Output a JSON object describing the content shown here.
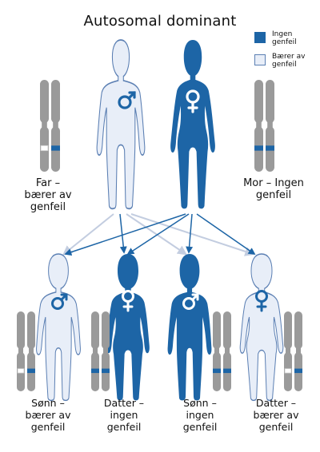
{
  "title": "Autosomal dominant",
  "colors": {
    "affected": "#1d65a6",
    "unaffected_fill": "#e8eef8",
    "outline": "#5b7fb3",
    "chromosome": "#9a9a9a",
    "arrow_light": "#c3cde0"
  },
  "legend": [
    {
      "label_1": "Ingen",
      "label_2": "genfeil",
      "swatch": "filled"
    },
    {
      "label_1": "Bærer av",
      "label_2": "genfeil",
      "swatch": "outline"
    }
  ],
  "parents": {
    "father": {
      "symbol": "male-icon",
      "caption": [
        "Far –",
        "bærer av",
        "genfeil"
      ]
    },
    "mother": {
      "symbol": "female-icon",
      "caption": [
        "Mor – Ingen",
        "genfeil"
      ]
    }
  },
  "children": [
    {
      "symbol": "male-icon",
      "caption": [
        "Sønn –",
        "bærer av",
        "genfeil"
      ]
    },
    {
      "symbol": "female-icon",
      "caption": [
        "Datter –",
        "ingen",
        "genfeil"
      ]
    },
    {
      "symbol": "male-icon",
      "caption": [
        "Sønn –",
        "ingen",
        "genfeil"
      ]
    },
    {
      "symbol": "female-icon",
      "caption": [
        "Datter –",
        "bærer av",
        "genfeil"
      ]
    }
  ]
}
